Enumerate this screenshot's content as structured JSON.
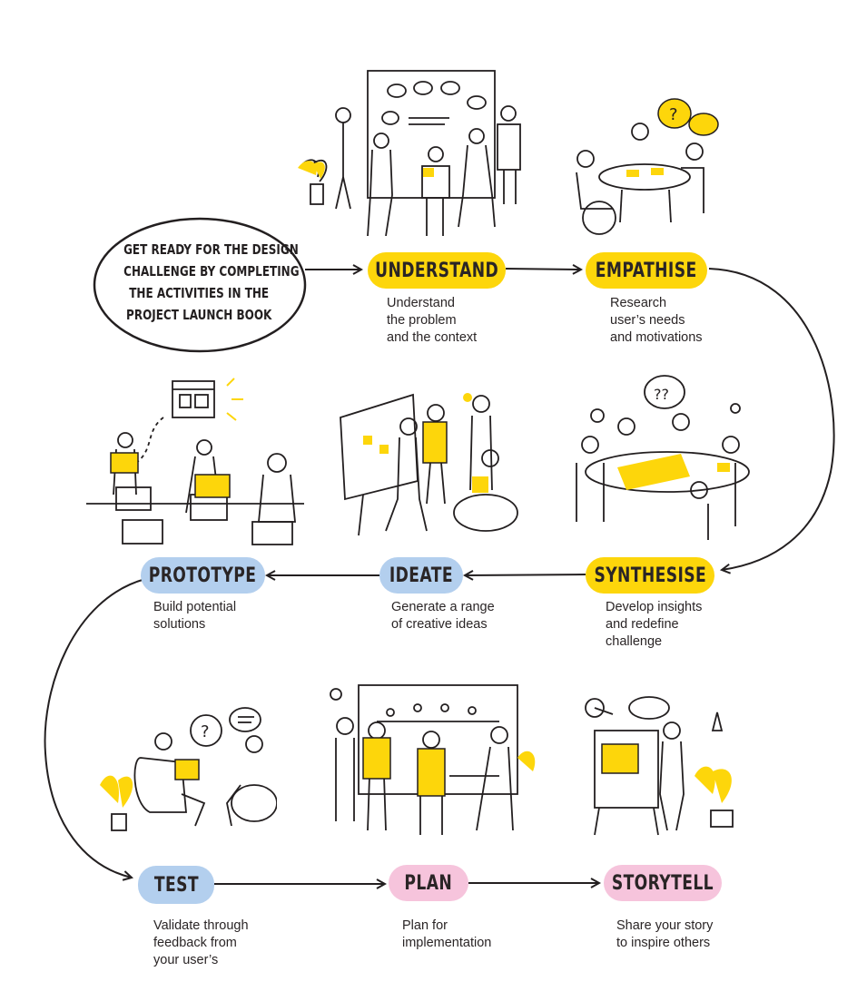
{
  "intro": {
    "lines": [
      "GET READY FOR THE DESIGN",
      "CHALLENGE BY COMPLETING",
      "THE ACTIVITIES IN THE",
      "PROJECT LAUNCH BOOK"
    ]
  },
  "colors": {
    "understand_phase": "#fdd60b",
    "build_phase": "#b3cfee",
    "deliver_phase": "#f6c4dc"
  },
  "stages": [
    {
      "title": "UNDERSTAND",
      "desc": [
        "Understand",
        "the problem",
        "and the context"
      ]
    },
    {
      "title": "EMPATHISE",
      "desc": [
        "Research",
        "user’s needs",
        "and motivations"
      ]
    },
    {
      "title": "SYNTHESISE",
      "desc": [
        "Develop insights",
        "and redefine",
        "challenge"
      ]
    },
    {
      "title": "IDEATE",
      "desc": [
        "Generate a range",
        "of creative ideas"
      ]
    },
    {
      "title": "PROTOTYPE",
      "desc": [
        "Build potential",
        "solutions"
      ]
    },
    {
      "title": "TEST",
      "desc": [
        "Validate through",
        "feedback from",
        "your user’s"
      ]
    },
    {
      "title": "PLAN",
      "desc": [
        "Plan for",
        "implementation"
      ]
    },
    {
      "title": "STORYTELL",
      "desc": [
        "Share your story",
        "to inspire others"
      ]
    }
  ]
}
